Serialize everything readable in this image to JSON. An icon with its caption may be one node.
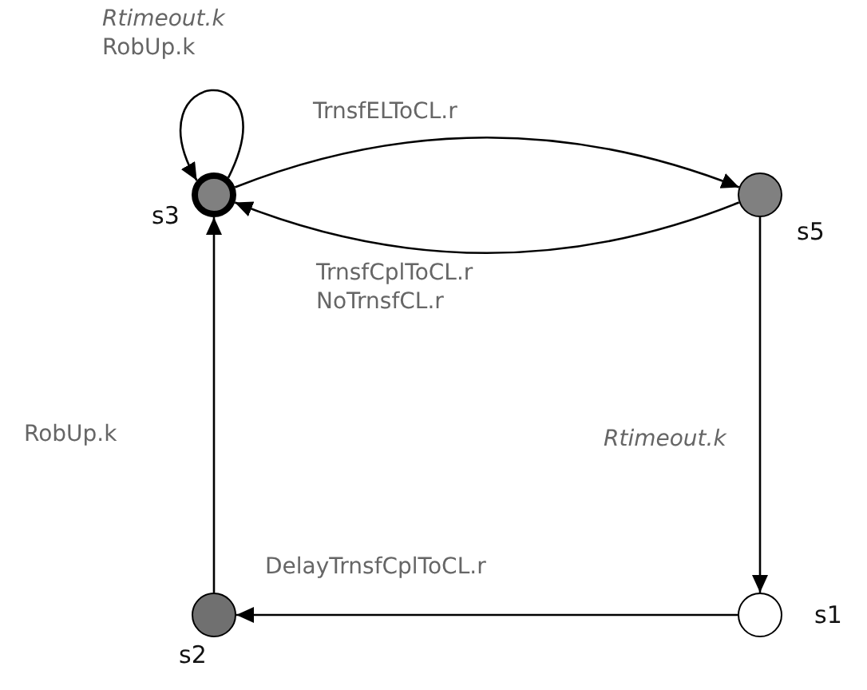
{
  "diagram": {
    "nodes": [
      {
        "text": [],
        "shape": "circle",
        "beside": [
          "s3"
        ]
      },
      {
        "text": [],
        "shape": "circle",
        "beside": [
          "s5"
        ]
      },
      {
        "text": [],
        "shape": "circle",
        "beside": [
          "s1"
        ]
      },
      {
        "text": [],
        "shape": "circle",
        "beside": [
          "s2"
        ]
      }
    ],
    "edges": [
      {
        "from": 0,
        "to": 0,
        "arrow": "to",
        "label": "*Rtimeout.k* RobUp.k"
      },
      {
        "from": 0,
        "to": 1,
        "arrow": "to",
        "label": "TrnsfELToCL.r"
      },
      {
        "from": 1,
        "to": 0,
        "arrow": "to",
        "label": "TrnsfCplToCL.r NoTrnsfCL.r"
      },
      {
        "from": 1,
        "to": 2,
        "arrow": "to",
        "label": "Rtimeout.k"
      },
      {
        "from": 2,
        "to": 3,
        "arrow": "to",
        "label": "DelayTrnsfCplToCL.r"
      },
      {
        "from": 3,
        "to": 0,
        "arrow": "to",
        "label": "RobUp.k"
      }
    ]
  }
}
